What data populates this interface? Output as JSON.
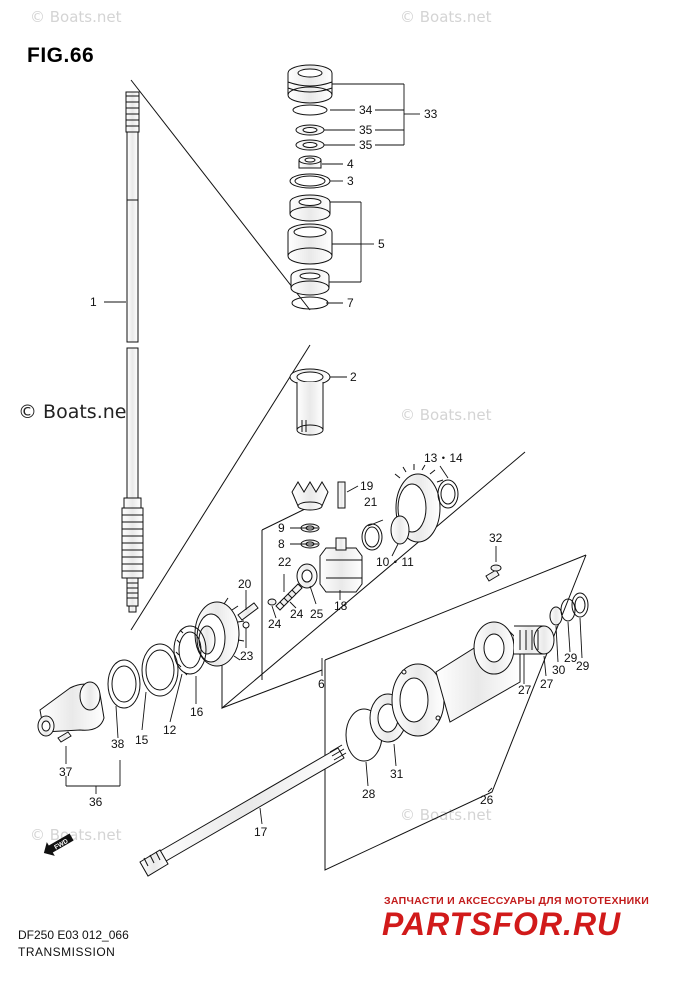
{
  "figure": {
    "title": "FIG.66",
    "model_code": "DF250 E03 012_066",
    "section": "TRANSMISSION"
  },
  "watermark": {
    "text": "© Boats.net"
  },
  "shop": {
    "tagline": "ЗАПЧАСТИ И АКСЕССУАРЫ ДЛЯ МОТОТЕХНИКИ",
    "logo": "PARTSFOR.RU"
  },
  "direction_badge": "FWD",
  "callouts": {
    "c1": "1",
    "c2": "2",
    "c3": "3",
    "c4": "4",
    "c5": "5",
    "c6": "6",
    "c7": "7",
    "c8": "8",
    "c9": "9",
    "c10_11": "10・11",
    "c12": "12",
    "c13_14": "13・14",
    "c15": "15",
    "c16": "16",
    "c17": "17",
    "c18": "18",
    "c19": "19",
    "c20": "20",
    "c21": "21",
    "c22": "22",
    "c23": "23",
    "c24a": "24",
    "c24b": "24",
    "c25": "25",
    "c26": "26",
    "c27a": "27",
    "c27b": "27",
    "c28": "28",
    "c29a": "29",
    "c29b": "29",
    "c30": "30",
    "c31": "31",
    "c32": "32",
    "c33": "33",
    "c34": "34",
    "c35a": "35",
    "c35b": "35",
    "c36": "36",
    "c37": "37",
    "c38": "38"
  },
  "colors": {
    "ink": "#111111",
    "watermark": "#d4d4d4",
    "shop_red": "#d11a1a"
  }
}
